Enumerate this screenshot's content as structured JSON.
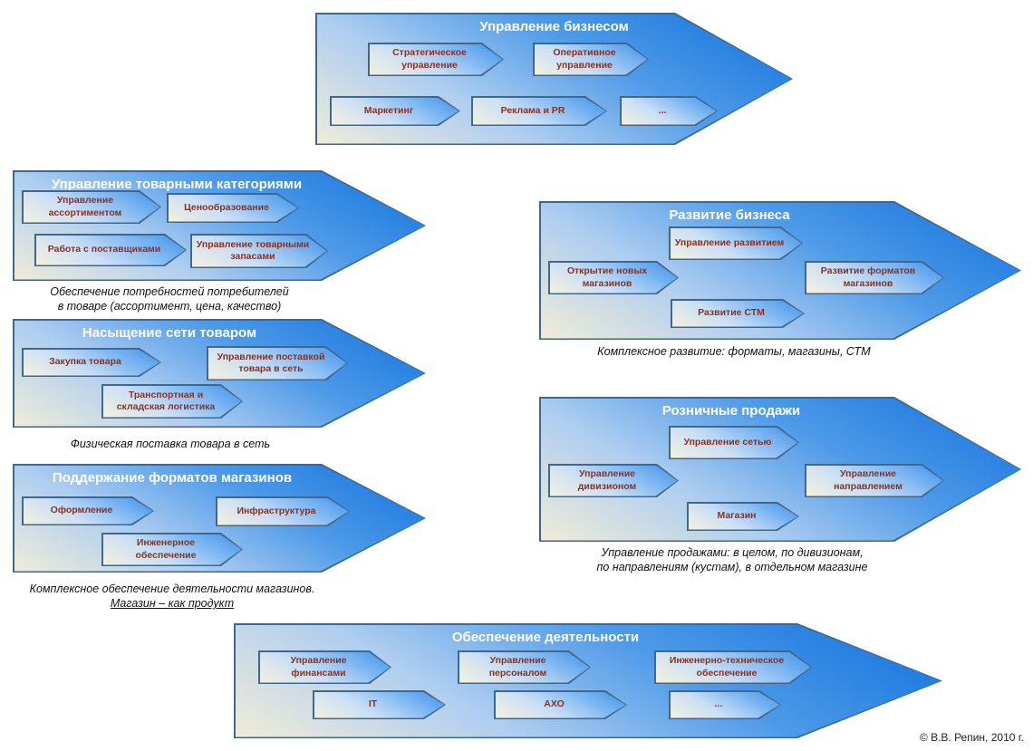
{
  "copyright": "© В.В. Репин, 2010 г.",
  "colors": {
    "arrow_border": "#40688f",
    "arrow_blue": "#1172dc",
    "arrow_light": "#f0ecd8",
    "title_text": "#ffffff",
    "item_text": "#8a3120",
    "caption_text": "#111111"
  },
  "blocks": {
    "business": {
      "title": "Управление бизнесом",
      "items": [
        "Стратегическое управление",
        "Оперативное управление",
        "Маркетинг",
        "Реклама и PR",
        "..."
      ]
    },
    "categories": {
      "title": "Управление товарными категориями",
      "items": [
        "Управление ассортиментом",
        "Ценообразование",
        "Работа с поставщиками",
        "Управление товарными запасами"
      ],
      "caption": "Обеспечение потребностей потребителей в товаре (ассортимент, цена, качество)"
    },
    "saturation": {
      "title": "Насыщение сети товаром",
      "items": [
        "Закупка товара",
        "Управление поставкой товара в сеть",
        "Транспортная и складская логистика"
      ],
      "caption": "Физическая поставка товара в сеть"
    },
    "formats": {
      "title": "Поддержание форматов магазинов",
      "items": [
        "Оформление",
        "Инфраструктура",
        "Инженерное обеспечение"
      ],
      "caption_line1": "Комплексное обеспечение деятельности магазинов.",
      "caption_line2": "Магазин – как продукт"
    },
    "development": {
      "title": "Развитие бизнеса",
      "items": [
        "Управление развитием",
        "Открытие новых магазинов",
        "Развитие форматов магазинов",
        "Развитие СТМ"
      ],
      "caption": "Комплексное развитие: форматы, магазины, СТМ"
    },
    "retail": {
      "title": "Розничные продажи",
      "items": [
        "Управление сетью",
        "Управление дивизионом",
        "Управление направлением",
        "Магазин"
      ],
      "caption": "Управление продажами: в целом, по дивизионам, по направлениям (кустам), в отдельном магазине"
    },
    "support": {
      "title": "Обеспечение деятельности",
      "items": [
        "Управление финансами",
        "Управление персоналом",
        "Инженерно-техническое обеспечение",
        "IT",
        "АХО",
        "..."
      ]
    }
  }
}
